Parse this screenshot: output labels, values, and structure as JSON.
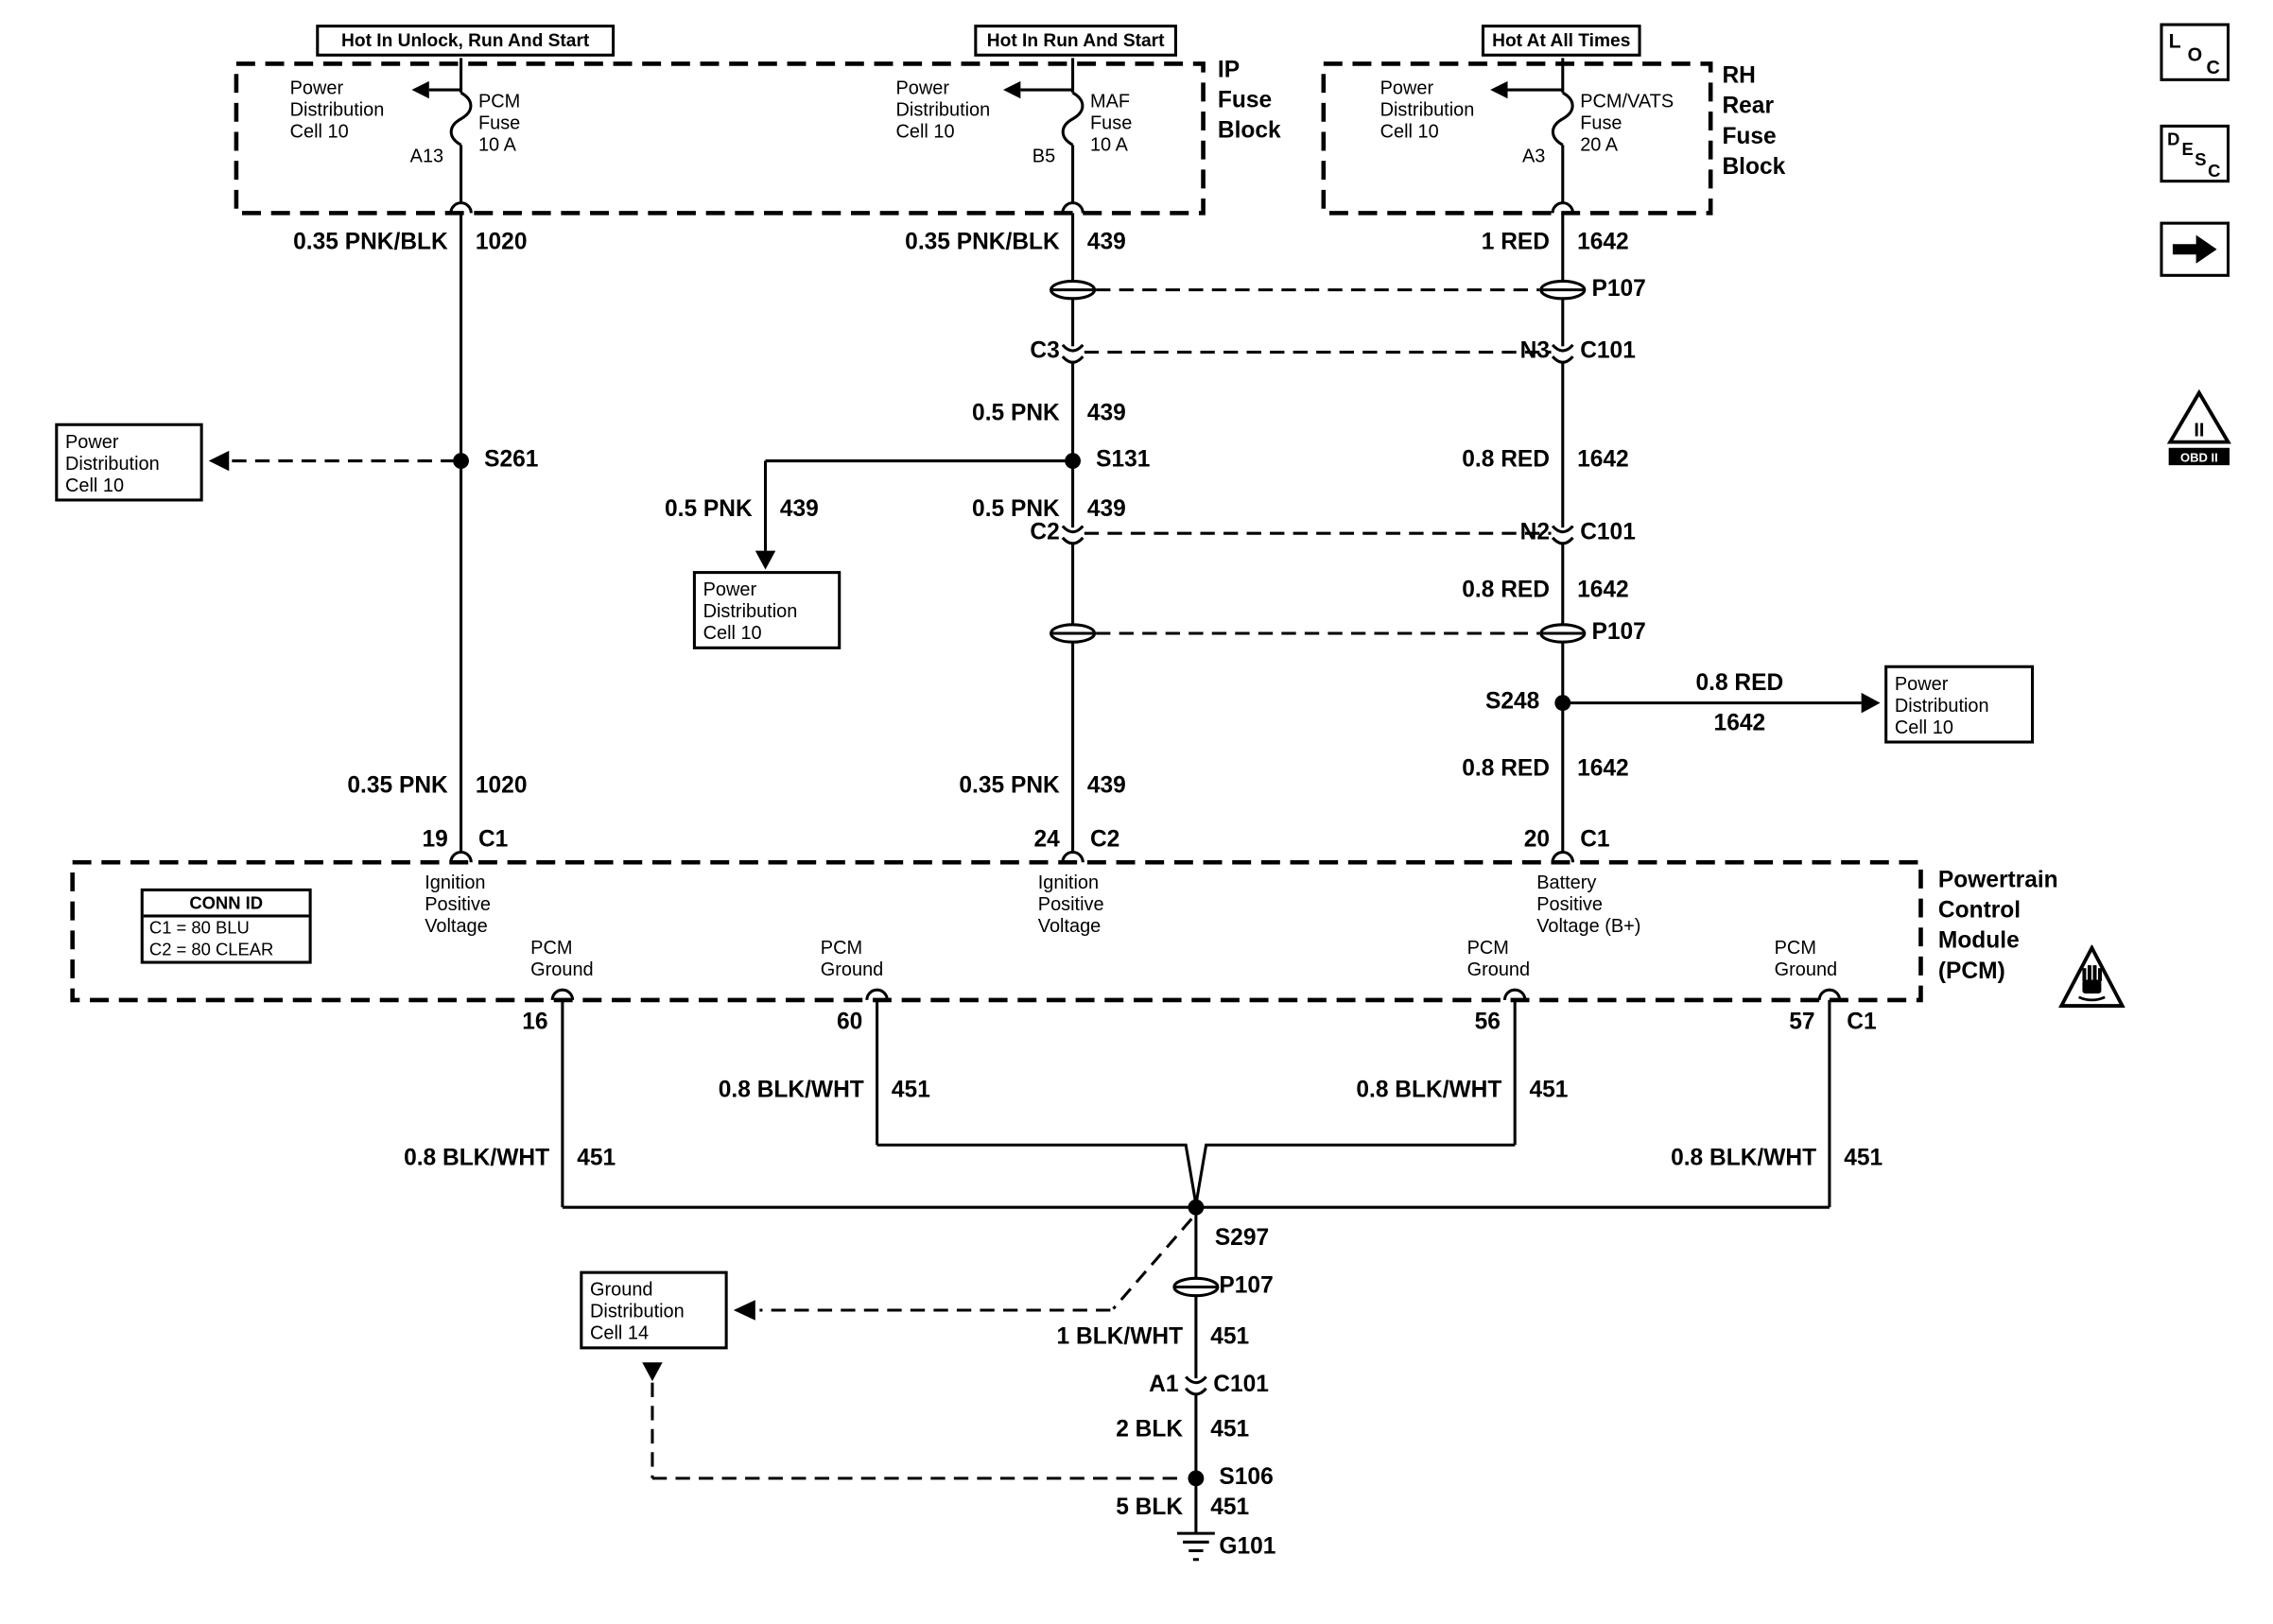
{
  "colors": {
    "ink": "#000000",
    "paper": "#ffffff"
  },
  "banners": {
    "b1": "Hot In Unlock, Run And Start",
    "b2": "Hot In Run And Start",
    "b3": "Hot At All Times"
  },
  "fuse_blocks": {
    "ip": {
      "label": "IP\nFuse\nBlock",
      "fuse1": {
        "source": "Power\nDistribution\nCell 10",
        "name": "PCM\nFuse\n10 A",
        "terminal": "A13"
      },
      "fuse2": {
        "source": "Power\nDistribution\nCell 10",
        "name": "MAF\nFuse\n10 A",
        "terminal": "B5"
      }
    },
    "rh_rear": {
      "label": "RH\nRear\nFuse\nBlock",
      "fuse": {
        "source": "Power\nDistribution\nCell 10",
        "name": "PCM/VATS\nFuse\n20 A",
        "terminal": "A3"
      }
    }
  },
  "wires": {
    "l1": {
      "gauge": "0.35 PNK/BLK",
      "circuit": "1020"
    },
    "l2": {
      "gauge": "0.35 PNK",
      "circuit": "1020"
    },
    "m1": {
      "gauge": "0.35 PNK/BLK",
      "circuit": "439"
    },
    "m2": {
      "gauge": "0.5 PNK",
      "circuit": "439"
    },
    "m3": {
      "gauge": "0.5 PNK",
      "circuit": "439"
    },
    "m4": {
      "gauge": "0.5 PNK",
      "circuit": "439"
    },
    "m5": {
      "gauge": "0.35 PNK",
      "circuit": "439"
    },
    "r1": {
      "gauge": "1 RED",
      "circuit": "1642"
    },
    "r2": {
      "gauge": "0.8 RED",
      "circuit": "1642"
    },
    "r3": {
      "gauge": "0.8 RED",
      "circuit": "1642"
    },
    "r4": {
      "gauge": "0.8 RED",
      "circuit": "1642"
    },
    "r5": {
      "gauge": "0.8 RED",
      "circuit": "1642"
    },
    "g16": {
      "gauge": "0.8 BLK/WHT",
      "circuit": "451"
    },
    "g60": {
      "gauge": "0.8 BLK/WHT",
      "circuit": "451"
    },
    "g56": {
      "gauge": "0.8 BLK/WHT",
      "circuit": "451"
    },
    "g57": {
      "gauge": "0.8 BLK/WHT",
      "circuit": "451"
    },
    "gm1": {
      "gauge": "1 BLK/WHT",
      "circuit": "451"
    },
    "gm2": {
      "gauge": "2 BLK",
      "circuit": "451"
    },
    "gm3": {
      "gauge": "5 BLK",
      "circuit": "451"
    }
  },
  "splices": {
    "s261": "S261",
    "s131": "S131",
    "s248": "S248",
    "s297": "S297",
    "s106": "S106"
  },
  "grounds": {
    "g101": "G101"
  },
  "connectors": {
    "p107": "P107",
    "c3": "C3",
    "n3": "N3",
    "c2": "C2",
    "n2": "N2",
    "a1": "A1",
    "c101": "C101"
  },
  "terminals": {
    "t19": {
      "pin": "19",
      "conn": "C1"
    },
    "t24": {
      "pin": "24",
      "conn": "C2"
    },
    "t20": {
      "pin": "20",
      "conn": "C1"
    },
    "t16": "16",
    "t60": "60",
    "t56": "56",
    "t57": {
      "pin": "57",
      "conn": "C1"
    }
  },
  "pcm": {
    "label": "Powertrain\nControl\nModule\n(PCM)",
    "ign1": "Ignition\nPositive\nVoltage",
    "ign2": "Ignition\nPositive\nVoltage",
    "batt": "Battery\nPositive\nVoltage (B+)",
    "ground_pin": "PCM\nGround",
    "conn_id": {
      "title": "CONN ID",
      "c1": "C1 = 80 BLU",
      "c2": "C2 = 80 CLEAR"
    }
  },
  "refs": {
    "power_dist": "Power\nDistribution\nCell 10",
    "ground_dist": "Ground\nDistribution\nCell 14"
  },
  "corner": {
    "loc": [
      "L",
      "O",
      "C"
    ],
    "desc": [
      "D",
      "E",
      "S",
      "C"
    ],
    "obd_numeral": "II",
    "obd_label": "OBD II"
  }
}
